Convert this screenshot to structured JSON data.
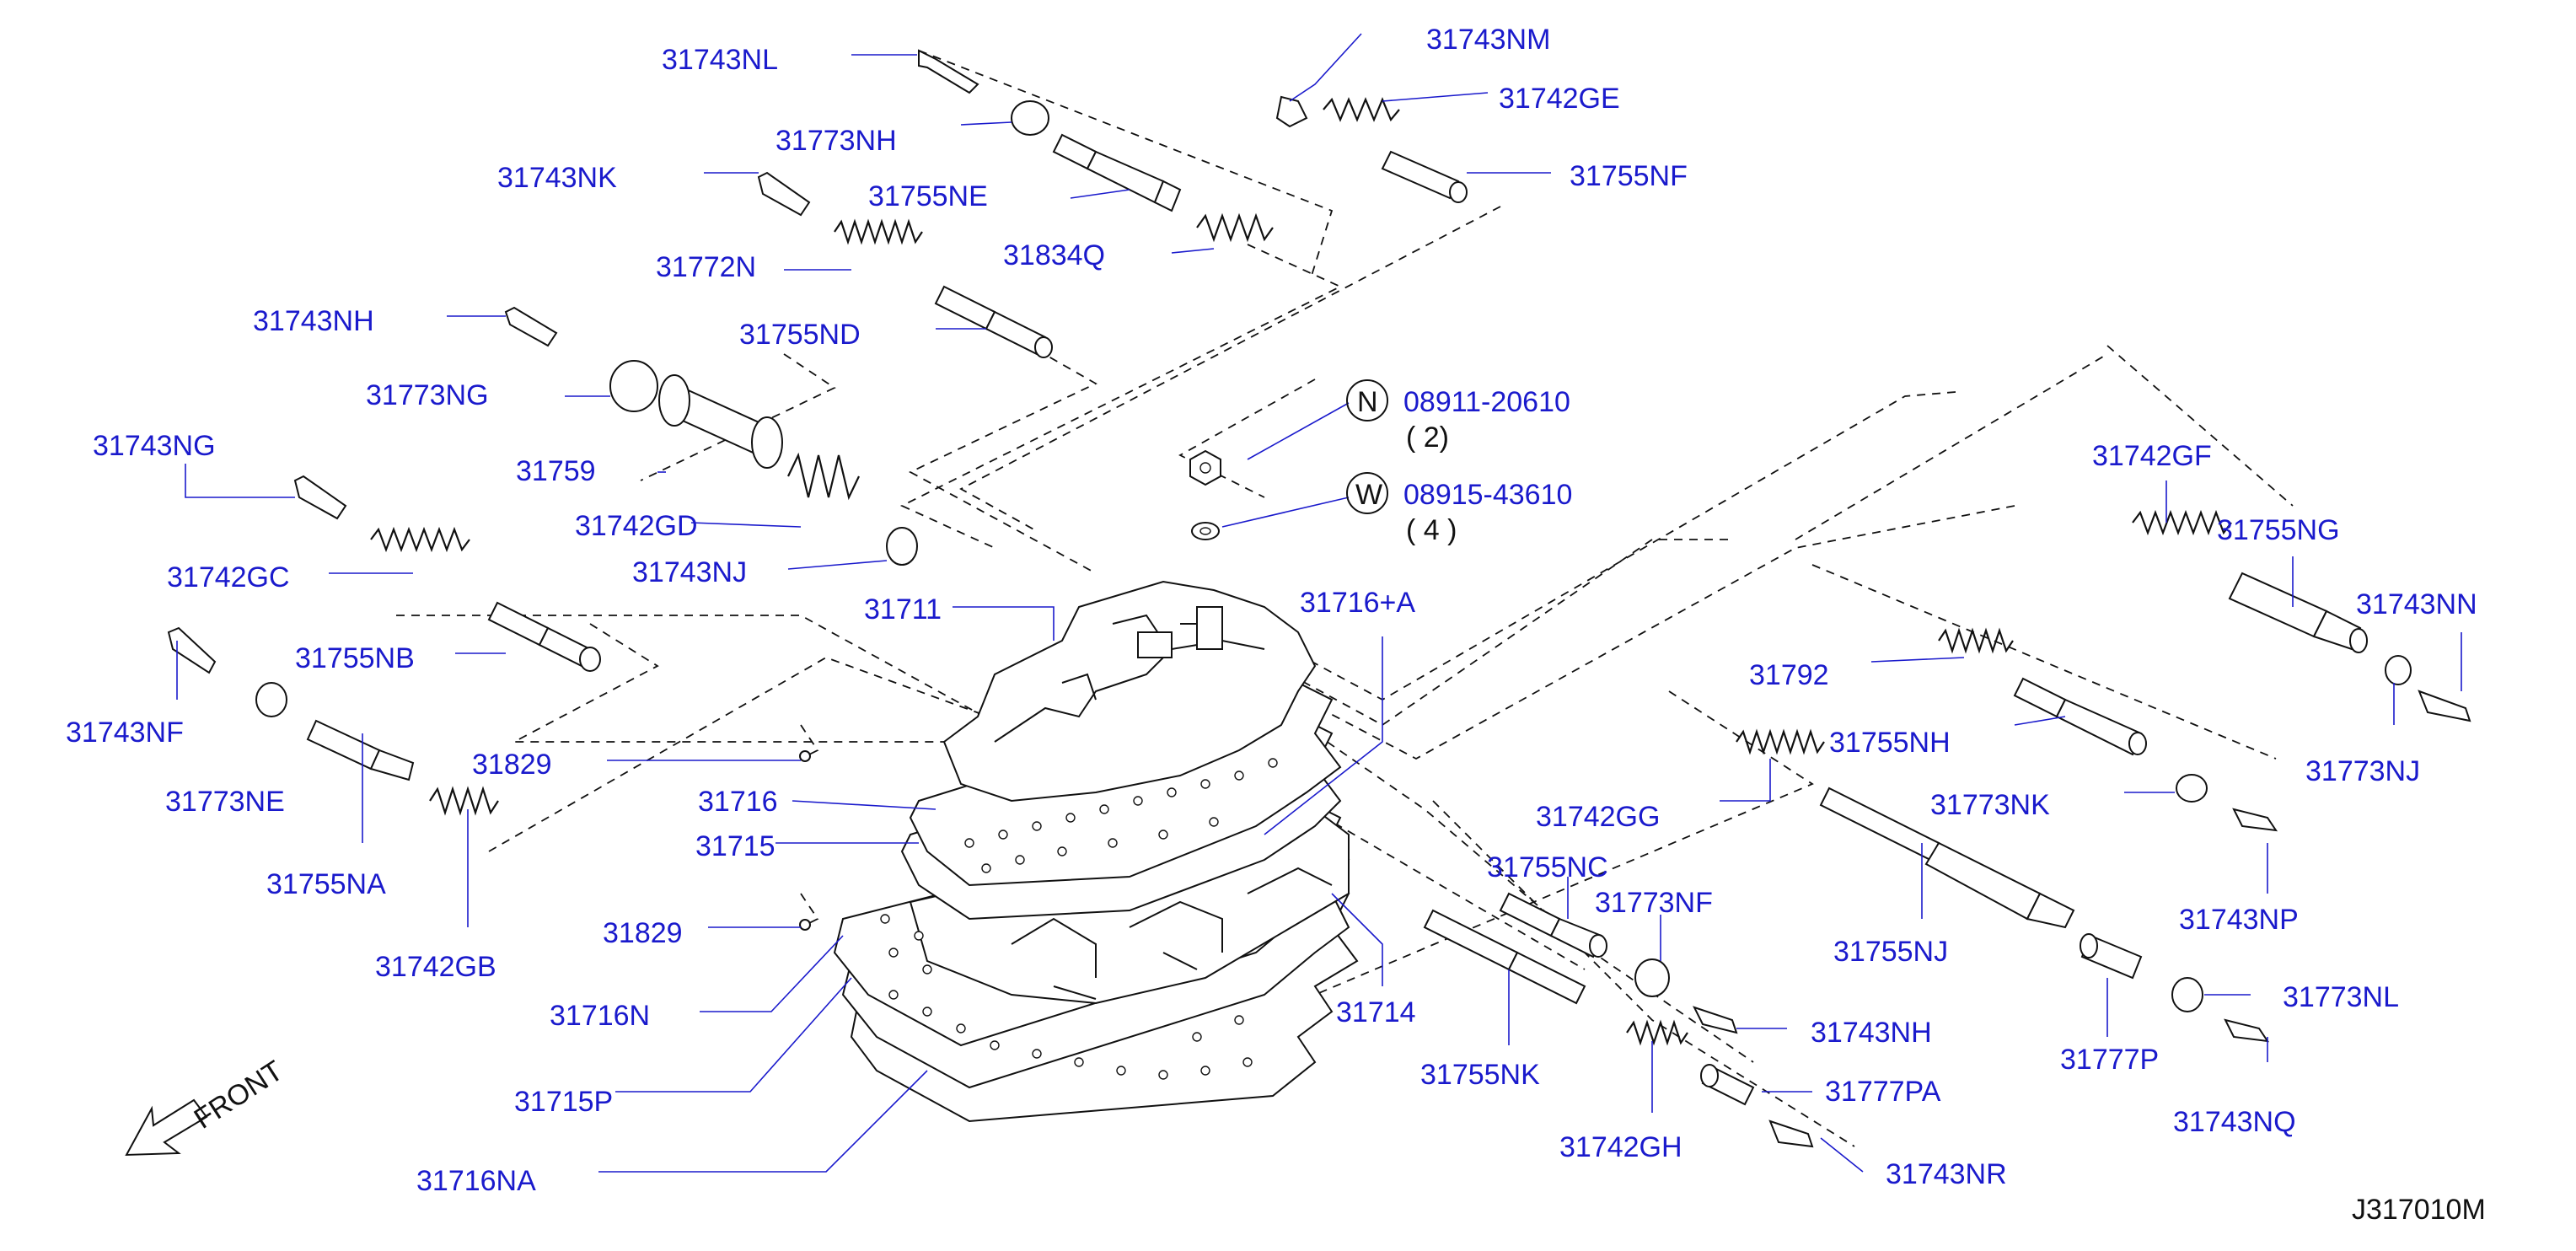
{
  "diagram": {
    "part_labels": [
      "31743NL",
      "31743NM",
      "31773NH",
      "31742GE",
      "31743NK",
      "31755NE",
      "31755NF",
      "31772N",
      "31834Q",
      "31743NH",
      "31755ND",
      "31773NG",
      "31743NG",
      "31759",
      "31742GD",
      "31743NJ",
      "31742GC",
      "31711",
      "31716+A",
      "31755NB",
      "31743NF",
      "31829",
      "31773NE",
      "31716",
      "31715",
      "31755NA",
      "31742GB",
      "31829",
      "31716N",
      "31715P",
      "31716NA",
      "31714",
      "31742GF",
      "31755NG",
      "31743NN",
      "31792",
      "31773NJ",
      "31755NH",
      "31773NK",
      "31742GG",
      "31755NC",
      "31773NF",
      "31743NP",
      "31755NJ",
      "31743NH",
      "31755NK",
      "31777P",
      "31773NL",
      "31777PA",
      "31742GH",
      "31743NQ",
      "31743NR"
    ],
    "fasteners": [
      {
        "symbol": "N",
        "part": "08911-20610",
        "qty": "( 2)"
      },
      {
        "symbol": "W",
        "part": "08915-43610",
        "qty": "( 4  )"
      }
    ],
    "front_label": "FRONT",
    "figure_code": "J317010M",
    "colors": {
      "label": "#1a1acc",
      "line": "#111111"
    }
  }
}
